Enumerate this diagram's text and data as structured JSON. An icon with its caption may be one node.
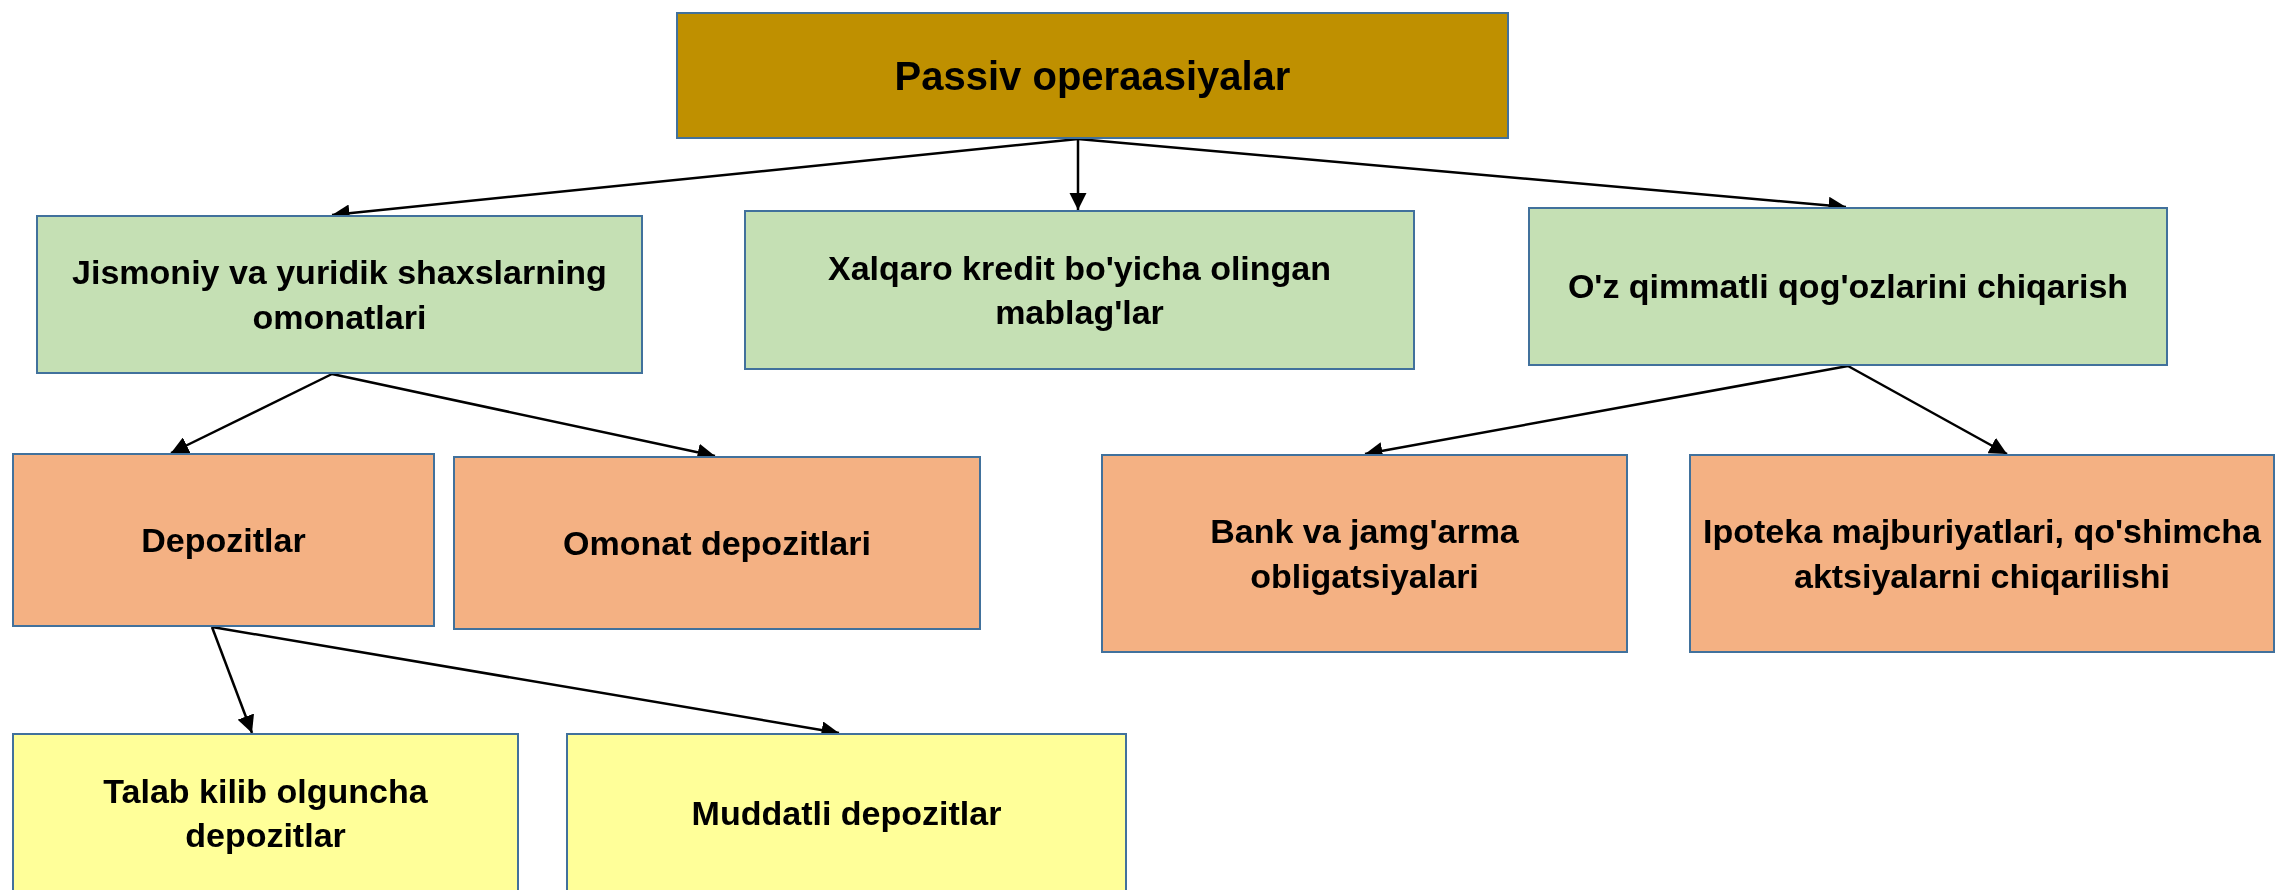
{
  "diagram": {
    "nodes": [
      {
        "text": [
          "Passiv operaasiyalar"
        ]
      },
      {
        "text": [
          "Jismoniy va yuridik shaxslarning omonatlari"
        ]
      },
      {
        "text": [
          "Xalqaro kredit bo'yicha olingan mablag'lar"
        ]
      },
      {
        "text": [
          "O'z qimmatli qog'ozlarini chiqarish"
        ]
      },
      {
        "text": [
          "Depozitlar"
        ]
      },
      {
        "text": [
          "Omonat depozitlari"
        ]
      },
      {
        "text": [
          "Bank va jamg'arma obligatsiyalari"
        ]
      },
      {
        "text": [
          "Ipoteka majburiyatlari, qo'shimcha aktsiyalarni chiqarilishi"
        ]
      },
      {
        "text": [
          "Talab kilib olguncha depozitlar"
        ]
      },
      {
        "text": [
          "Muddatli depozitlar"
        ]
      }
    ],
    "edges": [
      {
        "from": 0,
        "to": 1,
        "arrow": "to"
      },
      {
        "from": 0,
        "to": 2,
        "arrow": "to"
      },
      {
        "from": 0,
        "to": 3,
        "arrow": "to"
      },
      {
        "from": 1,
        "to": 4,
        "arrow": "to"
      },
      {
        "from": 1,
        "to": 5,
        "arrow": "to"
      },
      {
        "from": 3,
        "to": 6,
        "arrow": "to"
      },
      {
        "from": 3,
        "to": 7,
        "arrow": "to"
      },
      {
        "from": 4,
        "to": 8,
        "arrow": "to"
      },
      {
        "from": 4,
        "to": 9,
        "arrow": "to"
      }
    ]
  }
}
